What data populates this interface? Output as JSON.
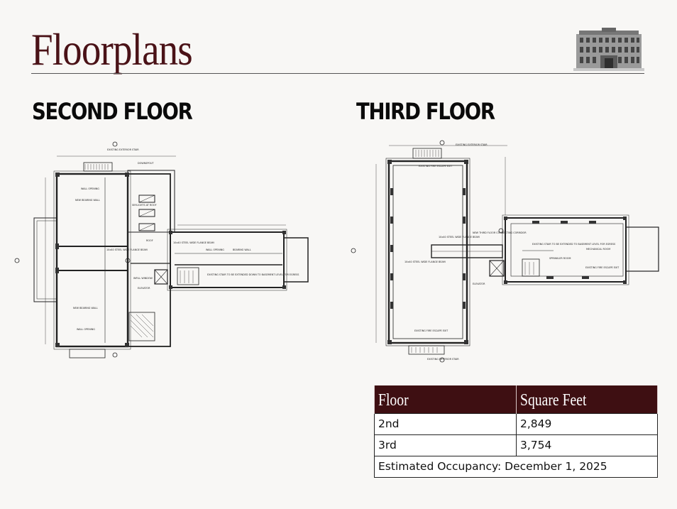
{
  "page": {
    "title": "Floorplans"
  },
  "second_floor": {
    "heading": "SECOND FLOOR",
    "labels": {
      "existing_exterior_stair": "EXISTING EXTERIOR STAIR",
      "downspout": "DOWNSPOUT",
      "wall_opening": "WALL OPENING",
      "new_bearing_wall": "NEW BEARING WALL",
      "skylights_at_roof": "SKYLIGHTS AT ROOF",
      "roof": "ROOF",
      "steel_beam": "10x40 STEEL WIDE FLANGE BEAM",
      "bearing_wall": "BEARING WALL",
      "stair_extended": "EXISTING STAIR TO BE EXTENDED DOWN TO BASEMENT LEVEL FOR EGRESS",
      "infill_window": "INFILL WINDOW",
      "elevator": "ELEVATOR"
    }
  },
  "third_floor": {
    "heading": "THIRD FLOOR",
    "labels": {
      "existing_exterior_stair": "EXISTING EXTERIOR STAIR",
      "existing_fire_escape_exit": "EXISTING FIRE ESCAPE EXIT",
      "steel_beam": "10x40 STEEL WIDE FLANGE BEAM",
      "new_third_floor_corridor": "NEW THIRD FLOOR CONNECTING CORRIDOR",
      "stair_extended": "EXISTING STAIR TO BE EXTENDED TO BASEMENT LEVEL FOR EGRESS",
      "sprinkler_room": "SPRINKLER ROOM",
      "mechanical_room": "MECHANICAL ROOM",
      "elevator": "ELEVATOR"
    }
  },
  "sqft_table": {
    "headers": [
      "Floor",
      "Square Feet"
    ],
    "rows": [
      [
        "2nd",
        "2,849"
      ],
      [
        "3rd",
        "3,754"
      ]
    ],
    "footer": "Estimated Occupancy: December 1, 2025"
  },
  "colors": {
    "title": "#4a1217",
    "table_header": "#3e0f12"
  }
}
